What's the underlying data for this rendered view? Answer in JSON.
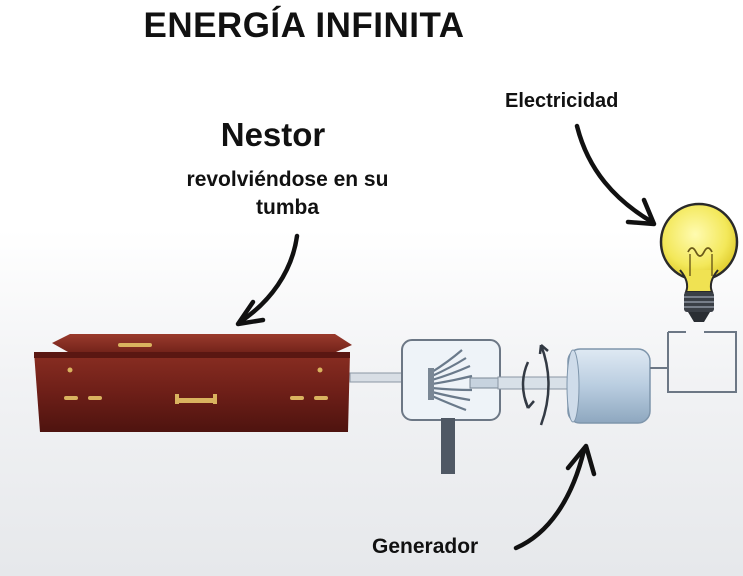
{
  "title": "ENERGÍA INFINITA",
  "labels": {
    "nestor": "Nestor",
    "subtitle_line1": "revolviéndose en su",
    "subtitle_line2": "tumba",
    "electricity": "Electricidad",
    "generator": "Generador"
  },
  "icons": [
    "coffin-icon",
    "turbine-icon",
    "rotation-arrows-icon",
    "generator-icon",
    "light-bulb-icon",
    "arrow-icon"
  ],
  "colors": {
    "coffin": "#6e1f18",
    "coffin_handles": "#d9b35f",
    "machine": "#c7d6e6",
    "bulb": "#f3e85a",
    "text": "#111111"
  }
}
